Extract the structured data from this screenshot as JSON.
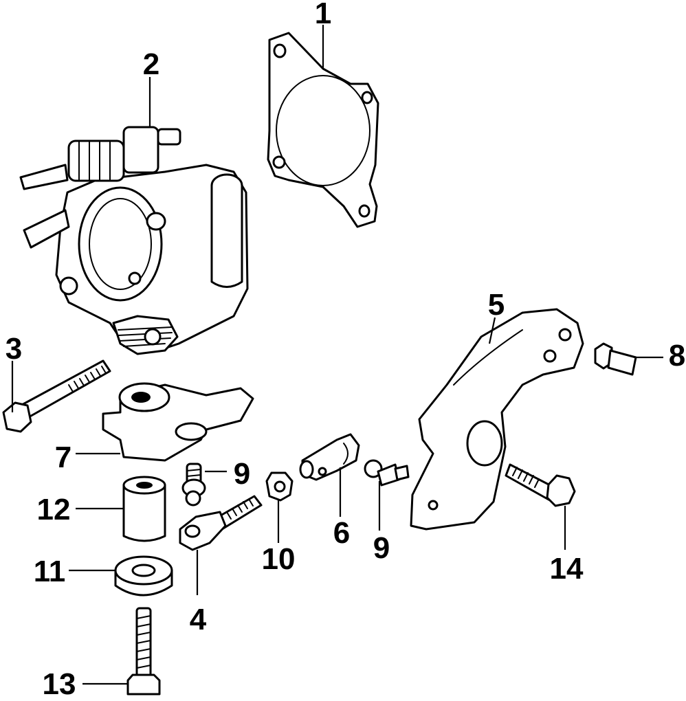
{
  "diagram": {
    "callouts": [
      "1",
      "2",
      "3",
      "4",
      "5",
      "6",
      "7",
      "8",
      "9",
      "9",
      "10",
      "11",
      "12",
      "13",
      "14"
    ]
  }
}
